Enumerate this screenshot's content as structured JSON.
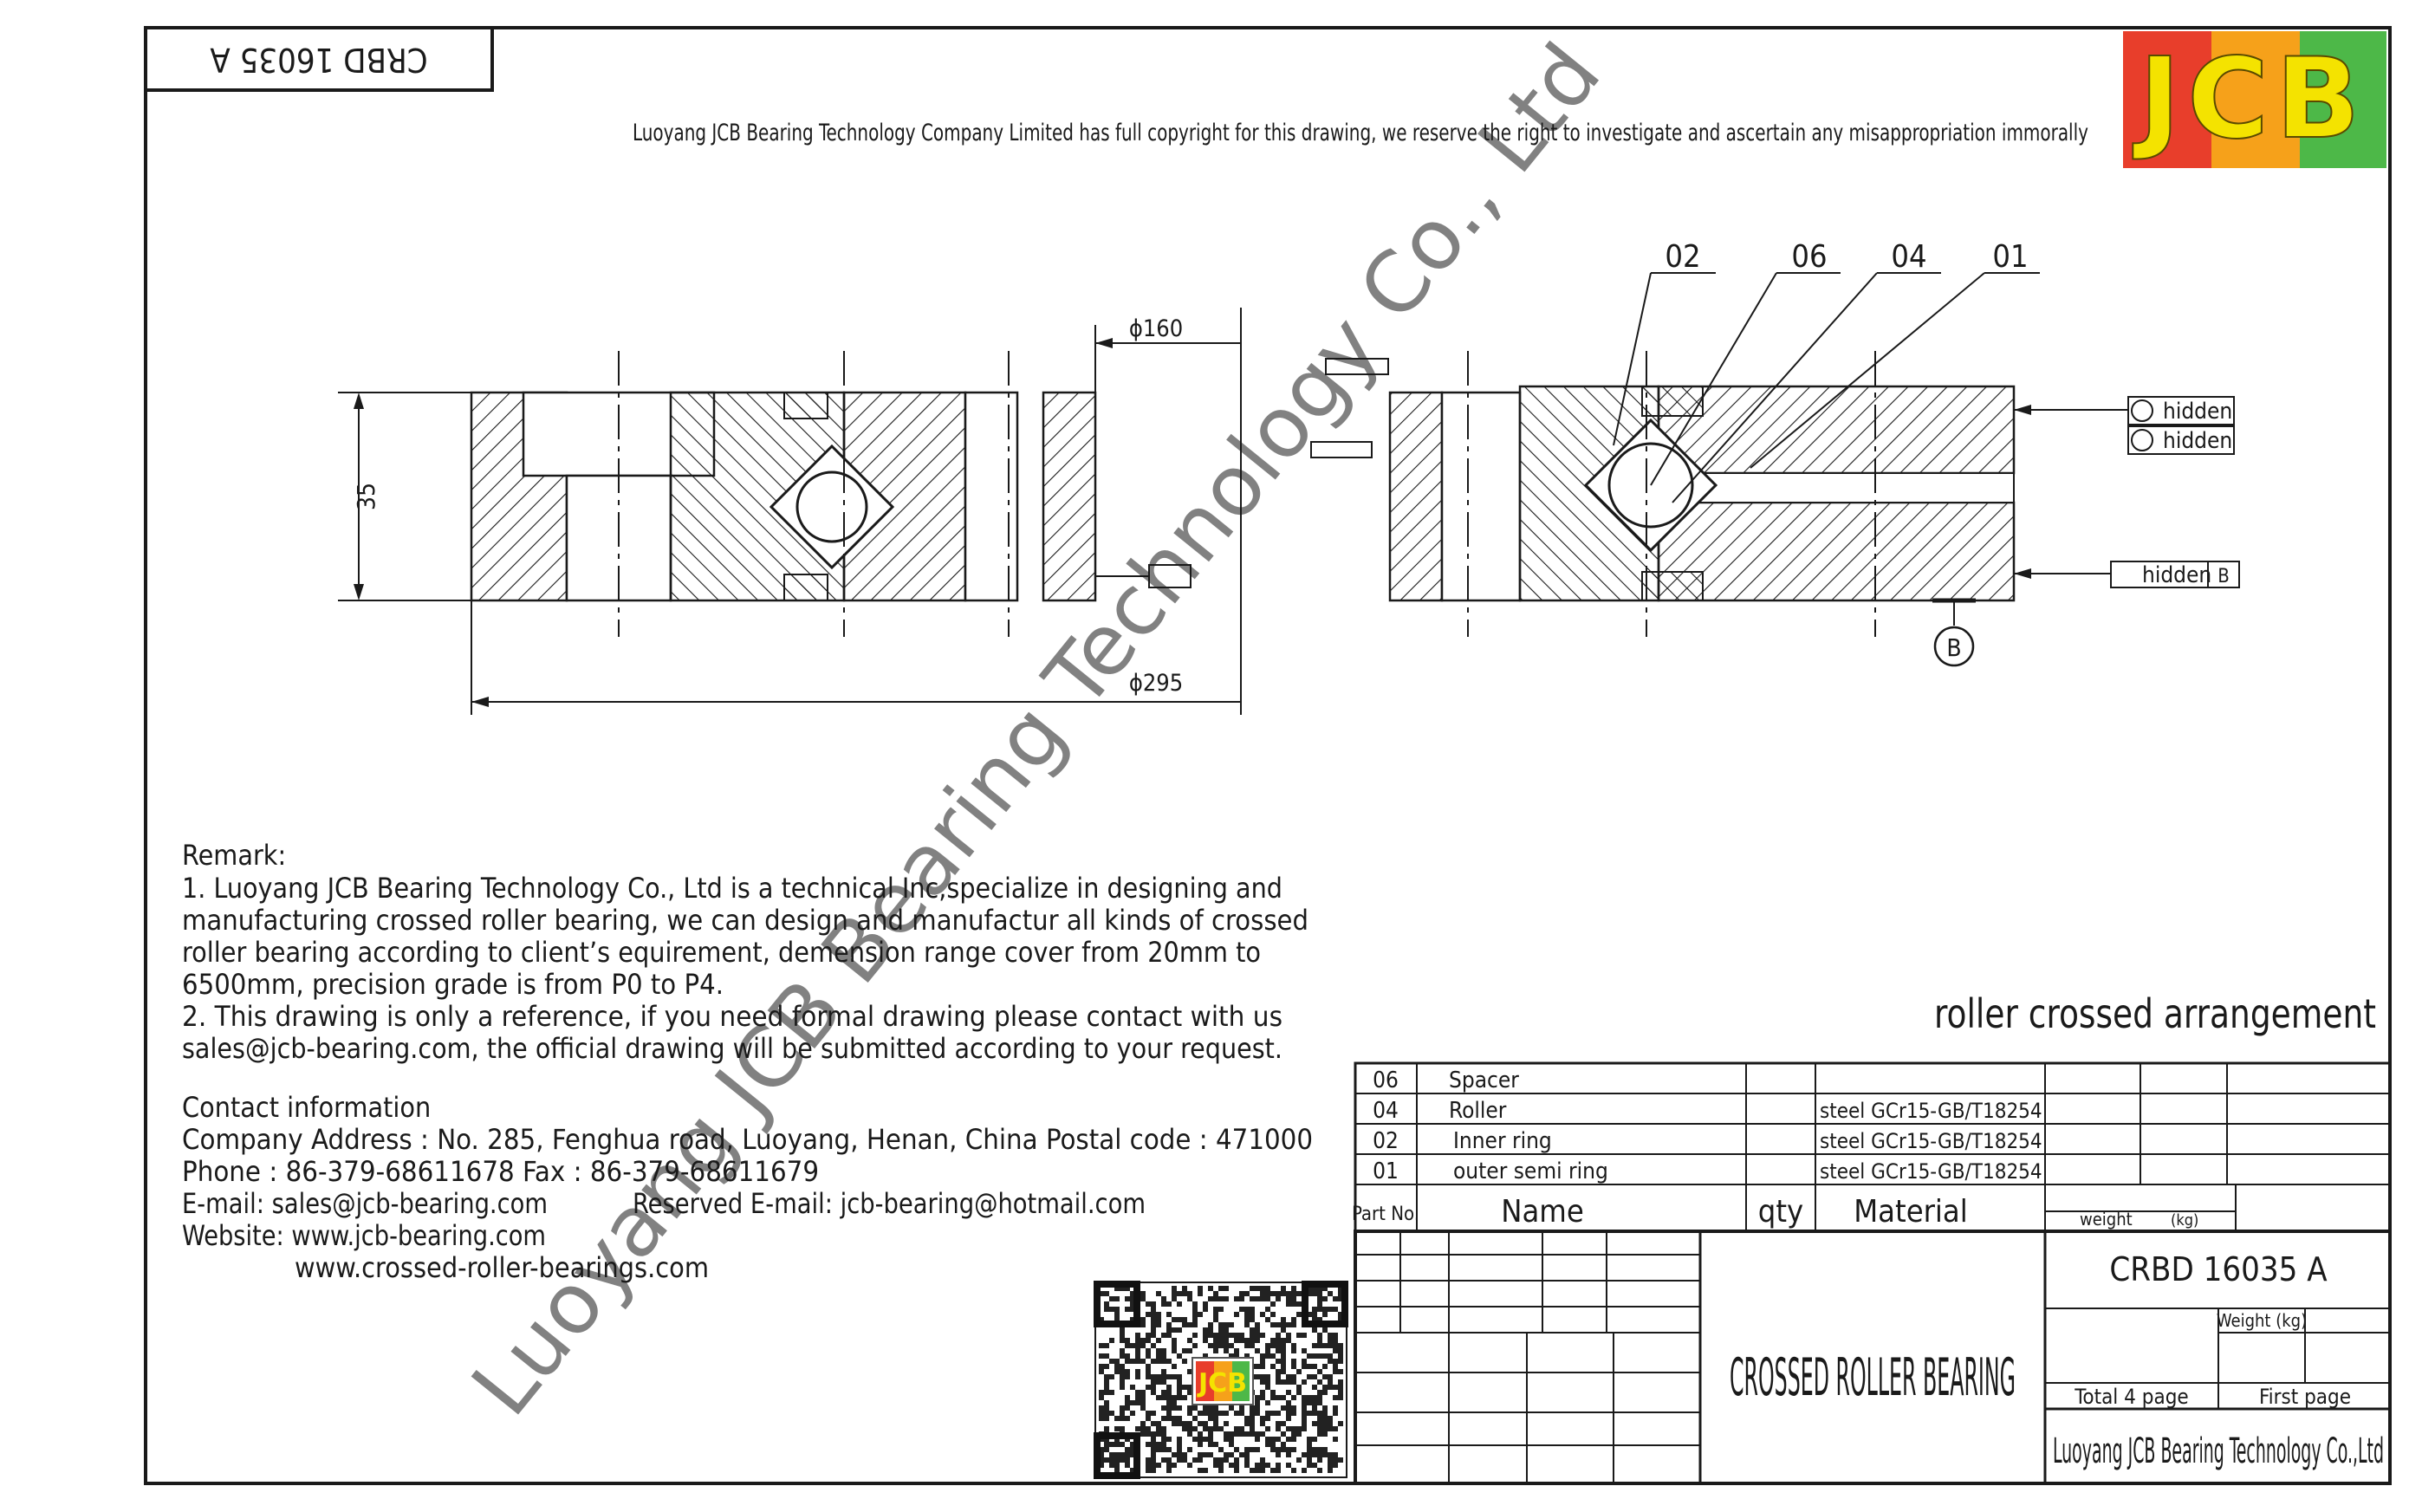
{
  "header": {
    "code_box_mirrored": "CRBD 16035 A",
    "copyright": "Luoyang JCB Bearing Technology Company Limited has full copyright for this drawing, we reserve the right to investigate and ascertain any misappropriation immorally"
  },
  "logo": {
    "text": "JCB",
    "colors": [
      "#e83e2b",
      "#f6a11a",
      "#4db848"
    ]
  },
  "watermark": "Luoyang JCB Bearing Technology Co., Ltd",
  "drawing": {
    "callouts": [
      "02",
      "06",
      "04",
      "01"
    ],
    "dim_inner": "ϕ160",
    "dim_outer": "ϕ295",
    "dim_height": "35",
    "hidden_label": "hidden",
    "datum_label": "B",
    "arrangement": "roller crossed arrangement"
  },
  "remark": {
    "title": "Remark:",
    "lines": [
      "1. Luoyang JCB Bearing Technology Co., Ltd is a technical Inc,specialize in designing and",
      "manufacturing crossed roller bearing, we can design and manufactur all kinds of crossed",
      "roller bearing according to client’s equirement, demension range cover from 20mm to",
      "6500mm, precision grade is from P0 to P4.",
      "2. This drawing is only a reference, if you need formal drawing please contact with us",
      "sales@jcb-bearing.com, the official drawing will be submitted according to your request."
    ]
  },
  "contact": {
    "title": "Contact information",
    "address": "Company Address :  No. 285, Fenghua road, Luoyang, Henan, China  Postal code : 471000",
    "phone": "Phone : 86-379-68611678 Fax : 86-379-68611679",
    "email": "E-mail: sales@jcb-bearing.com",
    "reserved_email": "Reserved E-mail: jcb-bearing@hotmail.com",
    "website1": "Website: www.jcb-bearing.com",
    "website2": "www.crossed-roller-bearings.com"
  },
  "qr_logo": "JCB",
  "parts_table": {
    "rows": [
      {
        "no": "06",
        "name": "Spacer",
        "material": ""
      },
      {
        "no": "04",
        "name": "Roller",
        "material": "steel GCr15-GB/T18254"
      },
      {
        "no": "02",
        "name": "Inner ring",
        "material": "steel GCr15-GB/T18254"
      },
      {
        "no": "01",
        "name": "outer semi ring",
        "material": "steel GCr15-GB/T18254"
      }
    ],
    "header": {
      "part_no": "Part No.",
      "name": "Name",
      "qty": "qty",
      "material": "Material",
      "weight": "weight",
      "kg": "(kg)"
    }
  },
  "title_block": {
    "product": "CROSSED ROLLER BEARING",
    "model": "CRBD 16035 A",
    "weight_label": "Weight (kg)",
    "total": "Total 4 page",
    "first": "First page",
    "company": "Luoyang JCB Bearing Technology Co.,Ltd"
  }
}
